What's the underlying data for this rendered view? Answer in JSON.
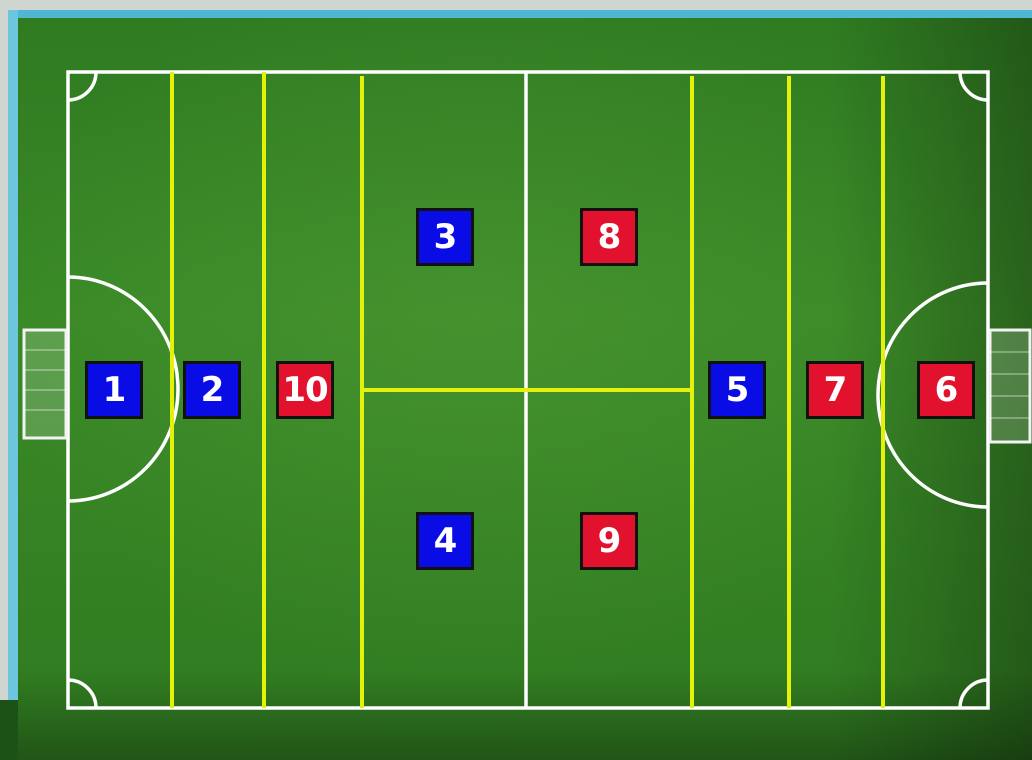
{
  "colors": {
    "blue_team": "#0a0ce6",
    "red_team": "#e2122e",
    "zone_lines": "#e4f20a",
    "pitch_lines": "#ffffff"
  },
  "players": [
    {
      "number": "1",
      "team": "blue"
    },
    {
      "number": "2",
      "team": "blue"
    },
    {
      "number": "10",
      "team": "red"
    },
    {
      "number": "3",
      "team": "blue"
    },
    {
      "number": "8",
      "team": "red"
    },
    {
      "number": "4",
      "team": "blue"
    },
    {
      "number": "9",
      "team": "red"
    },
    {
      "number": "5",
      "team": "blue"
    },
    {
      "number": "7",
      "team": "red"
    },
    {
      "number": "6",
      "team": "red"
    }
  ]
}
